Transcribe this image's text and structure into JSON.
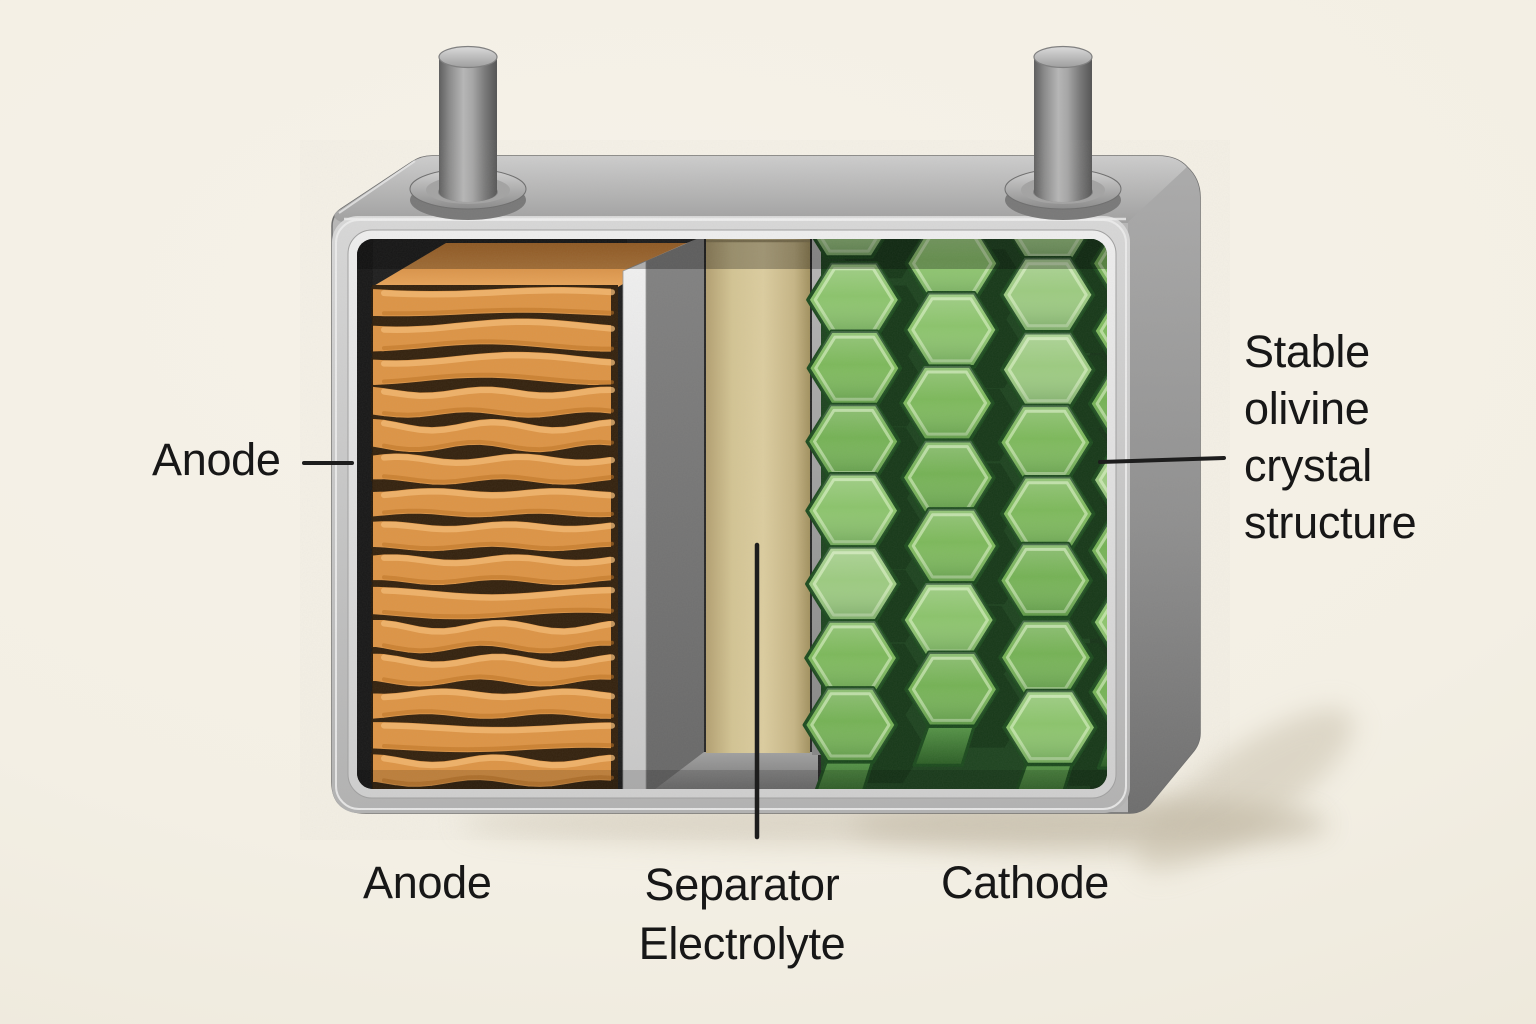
{
  "scene": {
    "description": "Cutaway illustration of a prismatic LFP battery cell",
    "labels": {
      "anode_callout": "Anode",
      "anode_bottom": "Anode",
      "separator_bottom_line1": "Separator",
      "separator_bottom_line2": "Electrolyte",
      "cathode_bottom": "Cathode",
      "crystal_callout_lines": [
        "Stable",
        "olivine",
        "crystal",
        "structure"
      ]
    },
    "colors": {
      "background": "#f4f0e7",
      "label_text": "#171717",
      "leader_line": "#1d1d1d",
      "case_light": "#d8d8d8",
      "case_mid": "#b6b6b6",
      "case_dark": "#6e6e6e",
      "cavity": "#262626",
      "anode_groove": "#33210d",
      "anode_face": "#dd9445",
      "anode_highlight": "#f4bb74",
      "anode_shadow": "#bd7223",
      "anode_top_light": "#eaa75c",
      "anode_top_dark": "#c57a30",
      "separator_plate": "#757575",
      "separator_plate_edge": "#ececec",
      "electrolyte_tan": "#d3c493",
      "cathode_bg": "#1d431f",
      "cathode_depth": "#163818",
      "hex_edge": "#1b4a1d",
      "hex_bevel": "rgba(240,255,220,0.5)",
      "hex_greens": [
        "#9ccb80",
        "#7cb95a",
        "#8bc46b",
        "#74b254"
      ]
    }
  }
}
